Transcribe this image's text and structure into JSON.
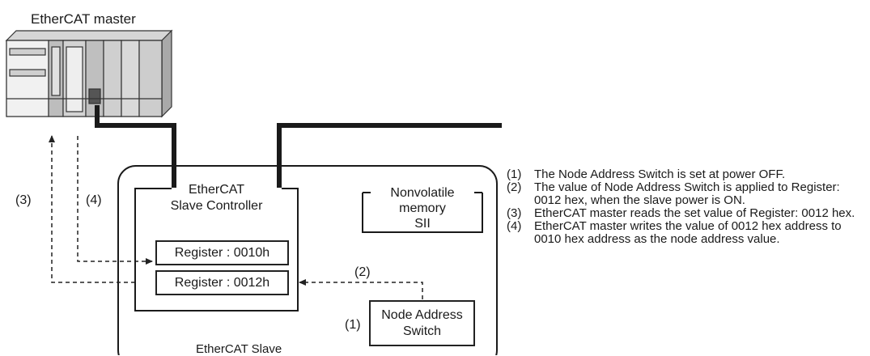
{
  "master_label": "EtherCAT master",
  "slave_label": "EtherCAT Slave",
  "controller": {
    "line1": "EtherCAT",
    "line2": "Slave Controller"
  },
  "registers": {
    "r1": "Register : 0010h",
    "r2": "Register : 0012h"
  },
  "memory": {
    "line1": "Nonvolatile",
    "line2": "memory",
    "line3": "SII"
  },
  "switch": {
    "line1": "Node Address",
    "line2": "Switch"
  },
  "arrow_tags": {
    "t3": "(3)",
    "t4": "(4)",
    "t2": "(2)",
    "t1": "(1)"
  },
  "steps": [
    {
      "num": "(1)",
      "text": "The Node Address Switch is set at power OFF."
    },
    {
      "num": "(2)",
      "text": "The value of Node Address Switch is applied to Register: 0012 hex, when the slave power is ON."
    },
    {
      "num": "(3)",
      "text": "EtherCAT master reads the set value of Register: 0012 hex."
    },
    {
      "num": "(4)",
      "text": "EtherCAT master writes the value of 0012 hex address to 0010 hex address as the node address value."
    }
  ]
}
